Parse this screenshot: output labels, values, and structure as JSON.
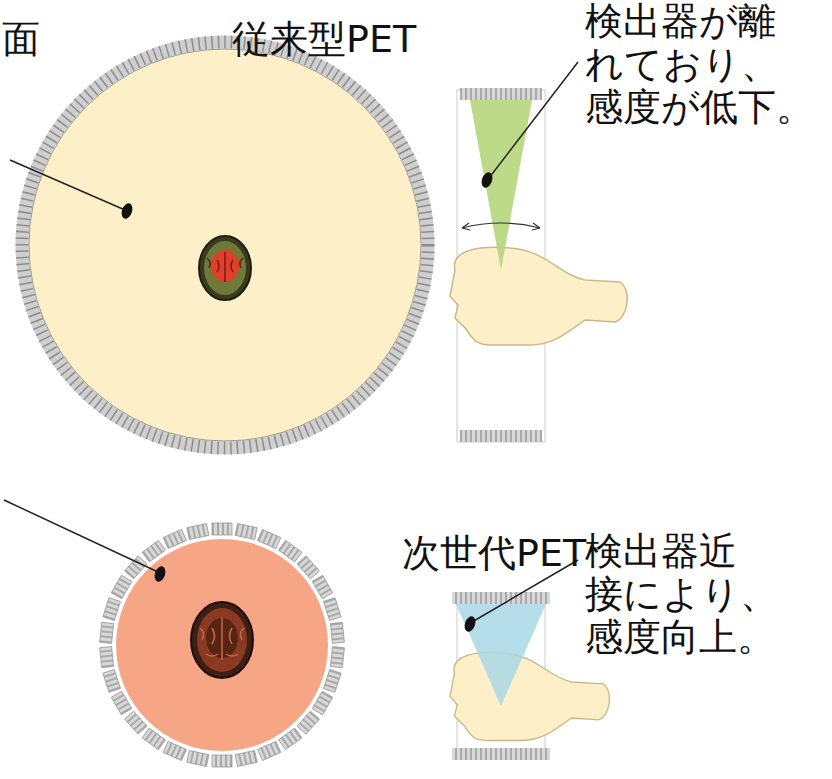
{
  "diagram": {
    "labels": [
      "面",
      "従来型PET",
      "検出器が離 れており、 感度が低下。",
      "次世代PET",
      "検出器近 接により、 感度向上。"
    ]
  }
}
